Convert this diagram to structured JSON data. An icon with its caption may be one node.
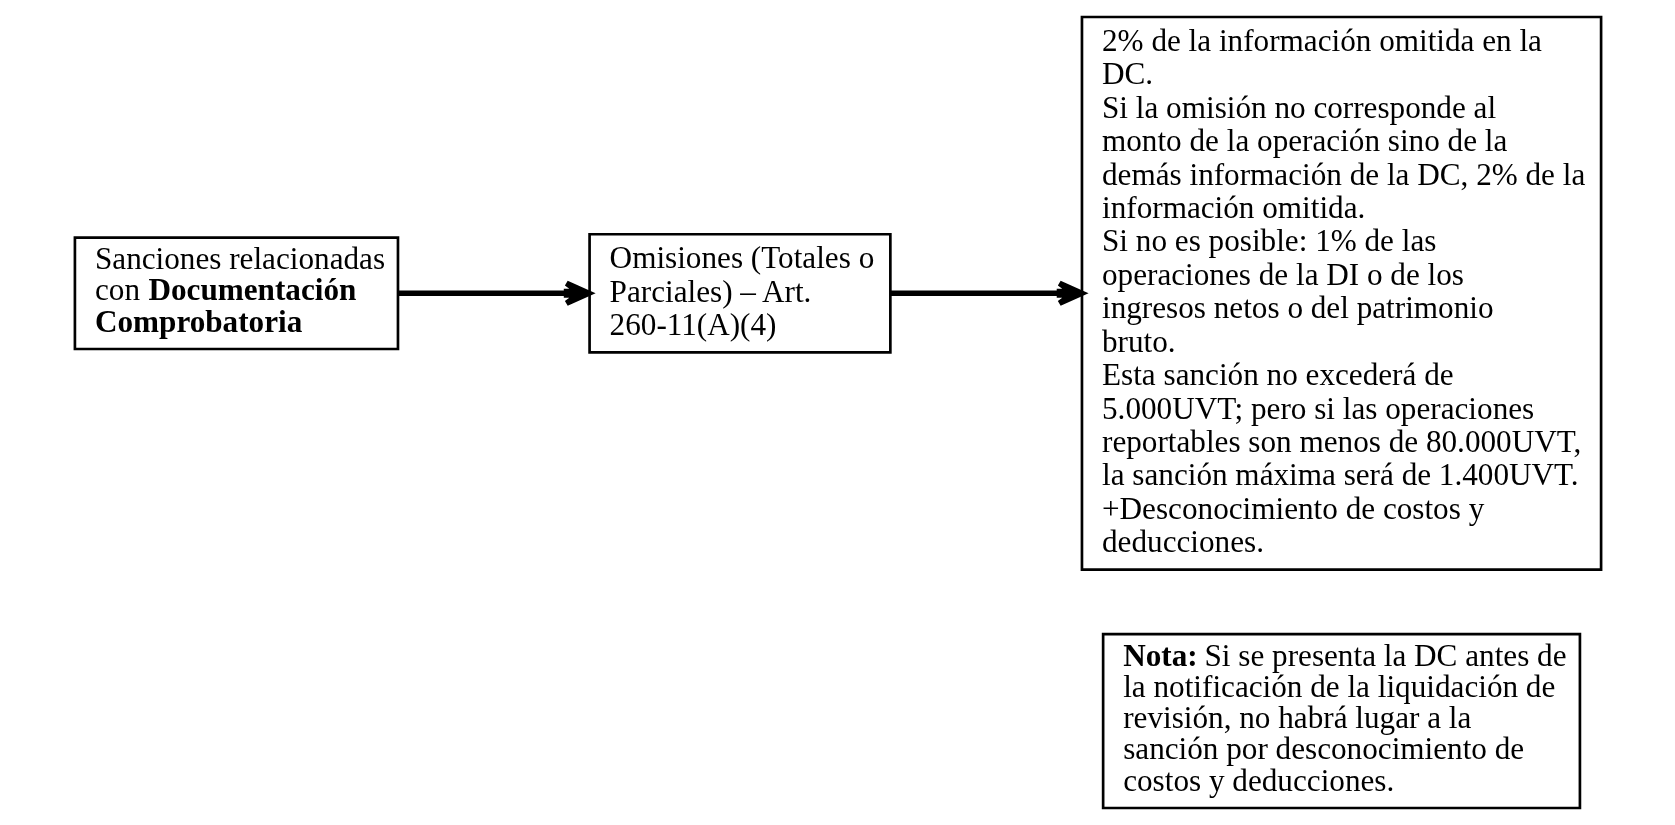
{
  "diagram": {
    "nodes": [
      {
        "text": [
          "Sanciones relacionadas con **Documentación Comprobatoria**"
        ]
      },
      {
        "text": [
          "Omisiones (Totales o Parciales) – Art. 260-11(A)(4)"
        ]
      },
      {
        "text": [
          "2% de la información omitida en la DC.",
          "Si la omisión no corresponde al monto de la operación sino de la demás información de la DC, 2% de la información omitida.",
          "Si no es posible: 1% de las operaciones de la DI o de los ingresos netos o del patrimonio bruto.",
          "Esta sanción no excederá de 5.000UVT; pero si las operaciones reportables son menos de 80.000UVT, la sanción máxima será de 1.400UVT.",
          "+Desconocimiento de costos y deducciones."
        ]
      },
      {
        "text": [
          "**Nota:** Si se presenta la DC antes de la notificación de la liquidación de revisión, no habrá lugar a la sanción por desconocimiento de costos y deducciones."
        ]
      }
    ],
    "edges": [
      {
        "from": 0,
        "to": 1,
        "arrow": "to"
      },
      {
        "from": 1,
        "to": 2,
        "arrow": "to"
      }
    ]
  }
}
